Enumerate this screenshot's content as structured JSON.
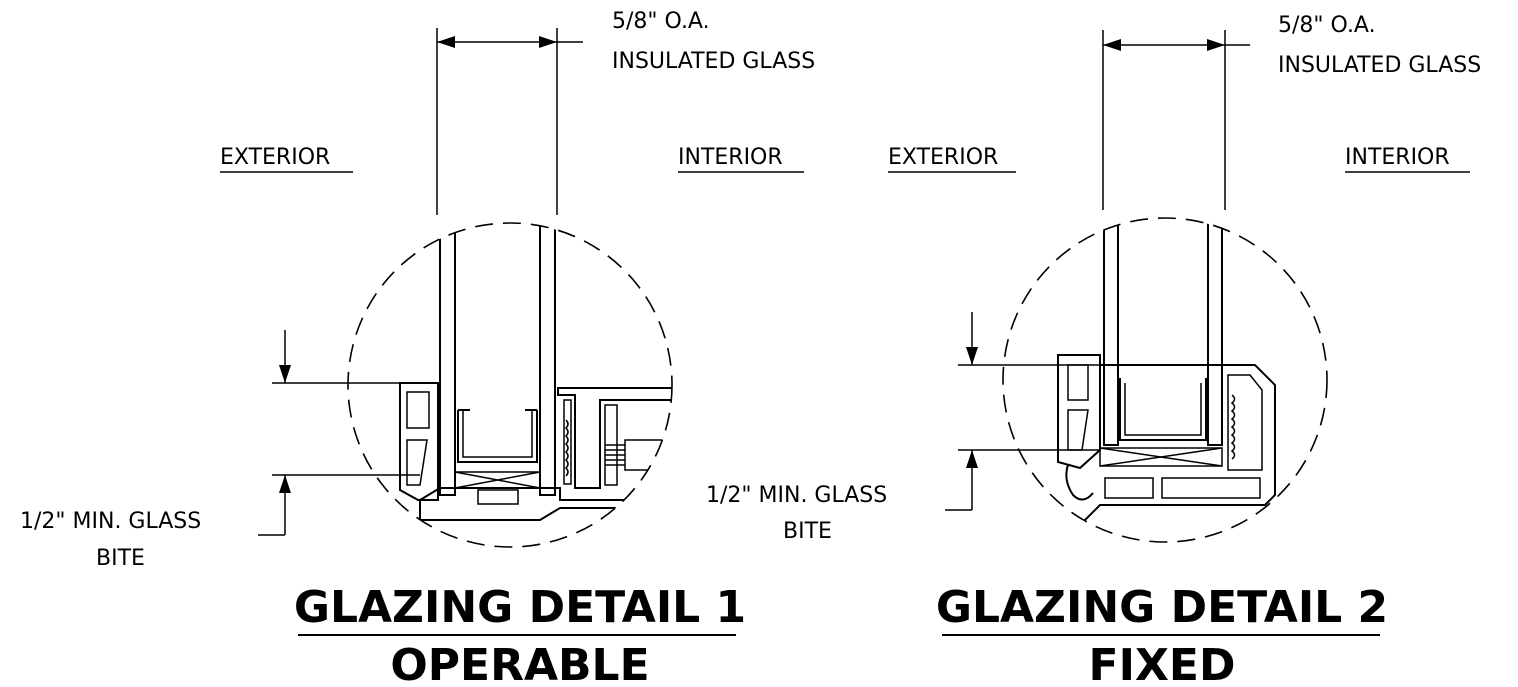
{
  "detail1": {
    "dim_top_line1": "5/8\" O.A.",
    "dim_top_line2": "INSULATED GLASS",
    "exterior": "EXTERIOR",
    "interior": "INTERIOR",
    "bite_line1": "1/2\" MIN. GLASS",
    "bite_line2": "BITE",
    "title": "GLAZING DETAIL 1",
    "subtitle": "OPERABLE"
  },
  "detail2": {
    "dim_top_line1": "5/8\" O.A.",
    "dim_top_line2": "INSULATED GLASS",
    "exterior": "EXTERIOR",
    "interior": "INTERIOR",
    "bite_line1": "1/2\" MIN. GLASS",
    "bite_line2": "BITE",
    "title": "GLAZING DETAIL 2",
    "subtitle": "FIXED"
  }
}
